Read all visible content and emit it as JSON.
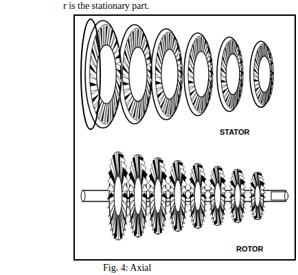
{
  "diagram": {
    "caption": "Fig. 4: Axial",
    "labels": [
      "r is the stationary part.",
      "STATOR",
      "ROTOR"
    ]
  }
}
